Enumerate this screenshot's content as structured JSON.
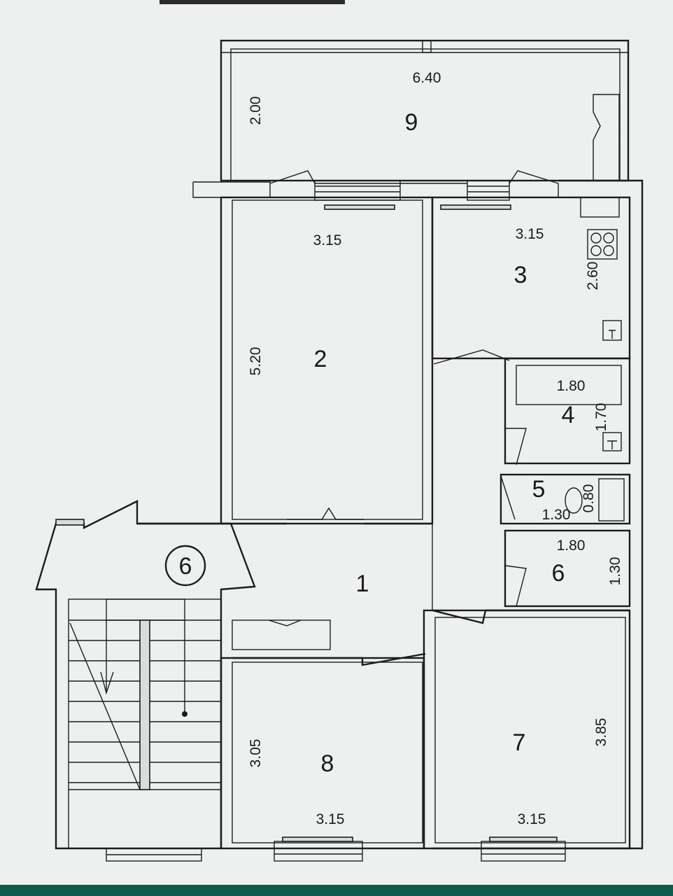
{
  "rooms": {
    "r1": "1",
    "r2": "2",
    "r3": "3",
    "r4": "4",
    "r5": "5",
    "r6": "6",
    "r7": "7",
    "r8": "8",
    "r9": "9",
    "stair": "6"
  },
  "dimensions": {
    "d_9_width": "6.40",
    "d_9_depth": "2.00",
    "d_2_width": "3.15",
    "d_2_depth": "5.20",
    "d_3_width": "3.15",
    "d_3_depth": "2.60",
    "d_4_width": "1.80",
    "d_4_depth": "1.70",
    "d_5_width": "1.30",
    "d_5_depth": "0.80",
    "d_6_width": "1.80",
    "d_6_depth": "1.30",
    "d_7_width": "3.15",
    "d_7_depth": "3.85",
    "d_8_width": "3.15",
    "d_8_depth": "3.05"
  }
}
